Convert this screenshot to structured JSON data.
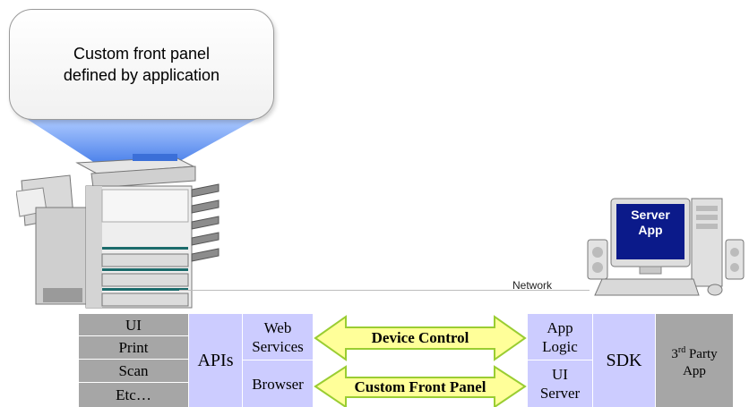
{
  "bubble": {
    "line1": "Custom front panel",
    "line2": "defined by application"
  },
  "network_label": "Network",
  "server": {
    "screen_line1": "Server",
    "screen_line2": "App"
  },
  "left_stack": [
    "UI",
    "Print",
    "Scan",
    "Etc…"
  ],
  "apis_label": "APIs",
  "web_services": {
    "line1": "Web",
    "line2": "Services"
  },
  "browser_label": "Browser",
  "arrows": {
    "device_control": "Device Control",
    "custom_front_panel": "Custom Front Panel"
  },
  "app_logic": {
    "line1": "App",
    "line2": "Logic"
  },
  "ui_server": {
    "line1": "UI",
    "line2": "Server"
  },
  "sdk_label": "SDK",
  "third_party": {
    "sup": "rd",
    "pre": "3",
    "line1_rest": " Party",
    "line2": "App"
  },
  "colors": {
    "gray": "#a6a6a6",
    "lavender": "#ccccff",
    "arrow_fill": "#ffff99",
    "arrow_stroke": "#9acd32"
  }
}
